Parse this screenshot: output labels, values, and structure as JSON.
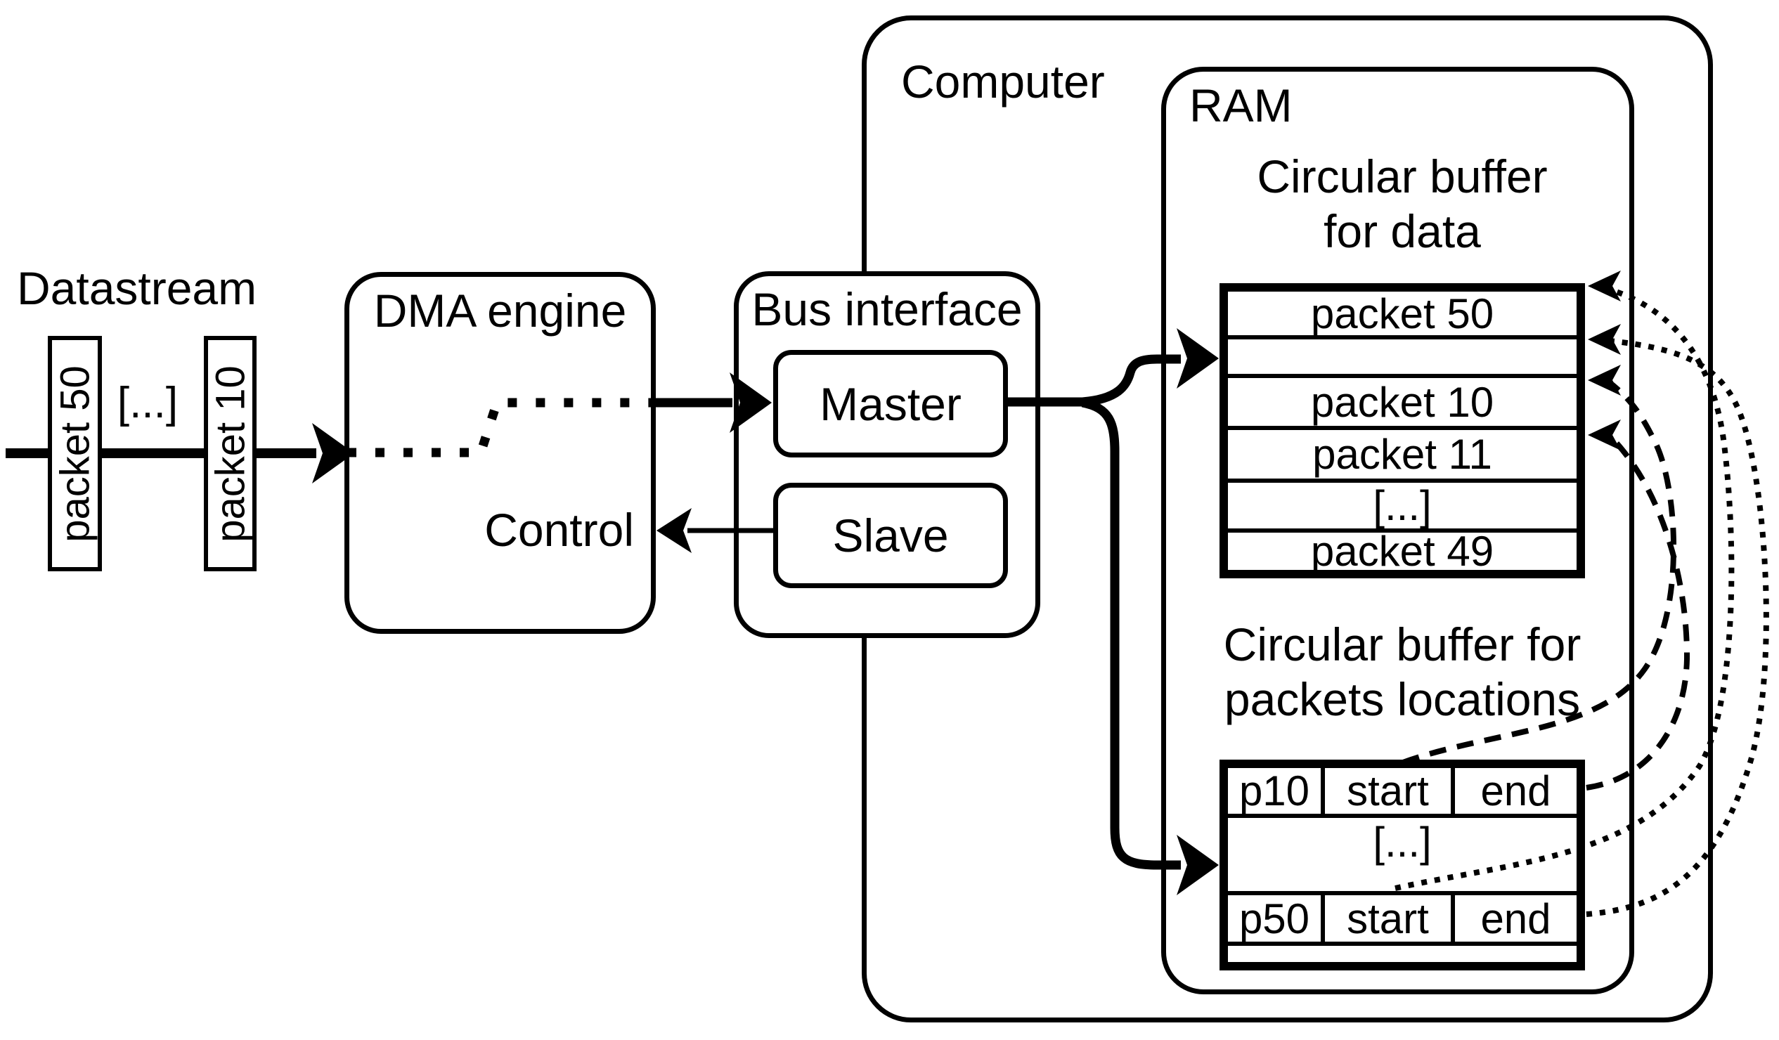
{
  "colors": {
    "ink": "#000000",
    "paper": "#ffffff"
  },
  "datastream": {
    "label": "Datastream",
    "ellipsis": "[...]",
    "packets": [
      "packet 50",
      "packet 10"
    ]
  },
  "dma_engine": {
    "title": "DMA engine",
    "control_label": "Control"
  },
  "bus_interface": {
    "title": "Bus interface",
    "master_label": "Master",
    "slave_label": "Slave"
  },
  "computer": {
    "label": "Computer",
    "ram_label": "RAM"
  },
  "data_buffer": {
    "title_lines": [
      "Circular buffer",
      "for data"
    ],
    "rows": [
      "packet 50",
      "",
      "packet 10",
      "packet 11",
      "[...]",
      "packet 49"
    ]
  },
  "locations_buffer": {
    "title_lines": [
      "Circular buffer for",
      "packets locations"
    ],
    "rows": [
      {
        "packet": "p10",
        "start": "start",
        "end": "end"
      },
      {
        "ellipsis": "[...]"
      },
      {
        "packet": "p50",
        "start": "start",
        "end": "end"
      }
    ]
  }
}
